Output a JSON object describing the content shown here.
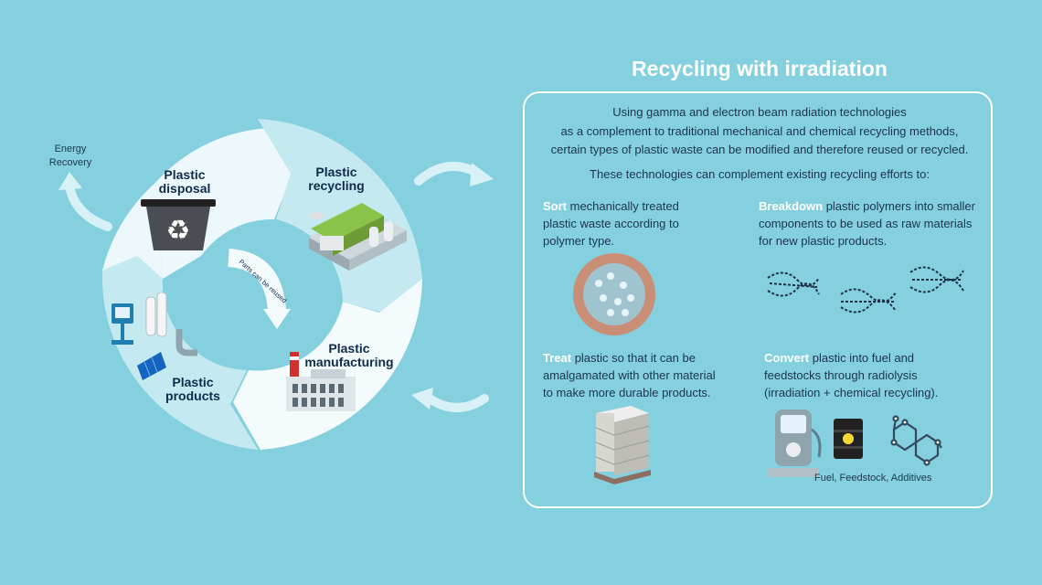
{
  "cycle": {
    "disposal_label": "Plastic disposal",
    "recycling_label": "Plastic recycling",
    "manufacturing_label": "Plastic manufacturing",
    "products_label": "Plastic products",
    "energy_label": "Energy Recovery",
    "reuse_label": "Parts can be reused"
  },
  "panel": {
    "title": "Recycling with irradiation",
    "intro_lines": [
      "Using gamma and electron beam radiation technologies",
      "as a complement to traditional mechanical and chemical recycling methods,",
      "certain types of plastic waste can be modified and therefore reused or recycled."
    ],
    "subhead": "These technologies can complement existing recycling efforts to:",
    "sort": {
      "keyword": "Sort",
      "text": " mechanically treated plastic waste according to polymer type."
    },
    "breakdown": {
      "keyword": "Breakdown",
      "text": " plastic polymers into smaller components to be used as raw materials for new plastic products."
    },
    "treat": {
      "keyword": "Treat",
      "text": " plastic so that it can be amalgamated with other material to make more durable products."
    },
    "convert": {
      "keyword": "Convert",
      "text": " plastic into fuel and feedstocks through radiolysis (irradiation + chemical recycling)."
    },
    "fuel_caption": "Fuel, Feedstock, Additives"
  },
  "colors": {
    "background": "#84d0de",
    "ring_light": "#e8f6fa",
    "ring_mid": "#c4e9f1",
    "ring_pale": "#f3fbfd",
    "arrow": "#d8f1f6",
    "navy": "#0f2a4a",
    "white": "#ffffff"
  }
}
